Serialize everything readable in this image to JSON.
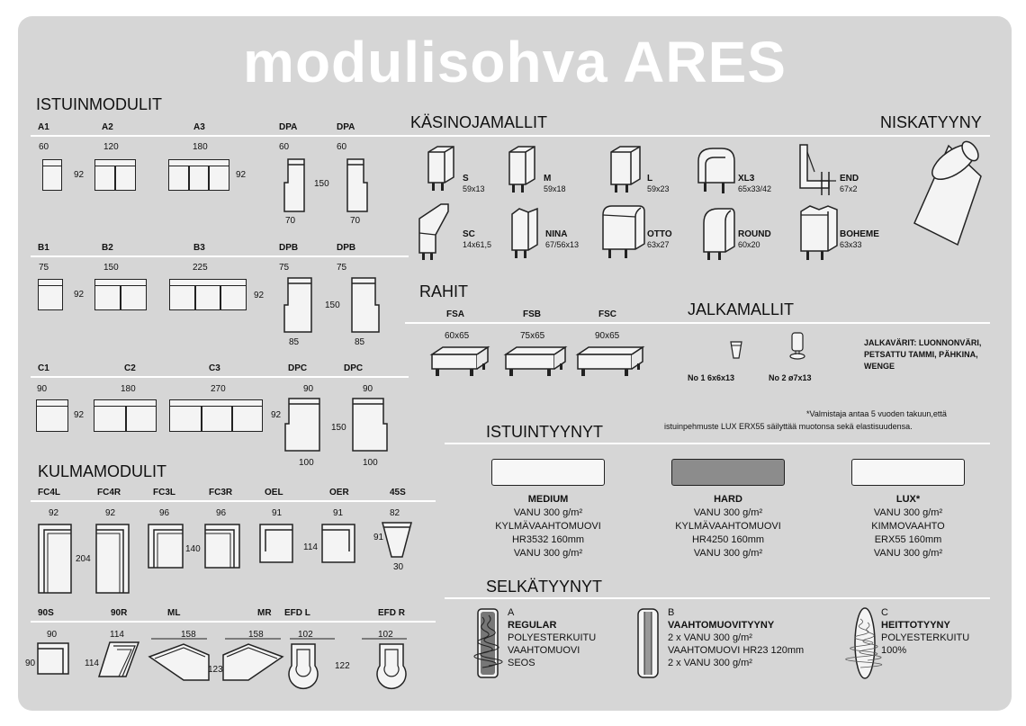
{
  "title": "modulisohva ARES",
  "istuin": {
    "heading": "ISTUINMODULIT",
    "rowA": {
      "codes": [
        "A1",
        "A2",
        "A3",
        "DPA",
        "DPA"
      ],
      "widths": [
        "60",
        "120",
        "180",
        "60",
        "60"
      ],
      "depth": "92",
      "dp_depth": "150",
      "dp_bottom": [
        "70",
        "70"
      ]
    },
    "rowB": {
      "codes": [
        "B1",
        "B2",
        "B3",
        "DPB",
        "DPB"
      ],
      "widths": [
        "75",
        "150",
        "225",
        "75",
        "75"
      ],
      "depth": "92",
      "dp_depth": "150",
      "dp_bottom": [
        "85",
        "85"
      ]
    },
    "rowC": {
      "codes": [
        "C1",
        "C2",
        "C3",
        "DPC",
        "DPC"
      ],
      "widths": [
        "90",
        "180",
        "270",
        "90",
        "90"
      ],
      "depth": "92",
      "dp_depth": "150",
      "dp_bottom": [
        "100",
        "100"
      ]
    }
  },
  "kulma": {
    "heading": "KULMAMODULIT",
    "row1": {
      "codes": [
        "FC4L",
        "FC4R",
        "FC3L",
        "FC3R",
        "OEL",
        "OER",
        "45S"
      ],
      "widths": [
        "92",
        "92",
        "96",
        "96",
        "91",
        "91",
        "82"
      ],
      "d1": "204",
      "d2": "140",
      "d3": "114",
      "d4": "91",
      "d5": "30"
    },
    "row2": {
      "codes": [
        "90S",
        "90R",
        "ML",
        "MR",
        "EFD L",
        "EFD R"
      ],
      "widths": [
        "90",
        "114",
        "158",
        "158",
        "102",
        "102"
      ],
      "d1": "90",
      "d2": "114",
      "d3": "123",
      "d4": "122"
    }
  },
  "kasinoja": {
    "heading": "KÄSINOJAMALLIT",
    "items": [
      {
        "name": "S",
        "size": "59x13"
      },
      {
        "name": "M",
        "size": "59x18"
      },
      {
        "name": "L",
        "size": "59x23"
      },
      {
        "name": "XL3",
        "size": "65x33/42"
      },
      {
        "name": "END",
        "size": "67x2"
      },
      {
        "name": "SC",
        "size": "14x61,5"
      },
      {
        "name": "NINA",
        "size": "67/56x13"
      },
      {
        "name": "OTTO",
        "size": "63x27"
      },
      {
        "name": "ROUND",
        "size": "60x20"
      },
      {
        "name": "BOHEME",
        "size": "63x33"
      }
    ]
  },
  "niska": {
    "heading": "NISKATYYNY"
  },
  "rahit": {
    "heading": "RAHIT",
    "items": [
      {
        "code": "FSA",
        "size": "60x65"
      },
      {
        "code": "FSB",
        "size": "75x65"
      },
      {
        "code": "FSC",
        "size": "90x65"
      }
    ]
  },
  "jalka": {
    "heading": "JALKAMALLIT",
    "no1": "No 1 6x6x13",
    "no2": "No 2 ø7x13",
    "colors": [
      "JALKAVÄRIT: LUONNONVÄRI,",
      "PETSATTU TAMMI, PÄHKINA,",
      "WENGE"
    ]
  },
  "istuintyynyt": {
    "heading": "ISTUINTYYNYT",
    "note1": "*Valmistaja antaa 5 vuoden takuun,että",
    "note2": "istuinpehmuste LUX ERX55 säilyttää muotonsa sekä elastisuudensa.",
    "items": [
      {
        "name": "MEDIUM",
        "lines": [
          "VANU 300 g/m²",
          "KYLMÄVAAHTOMUOVI",
          "HR3532 160mm",
          "VANU 300 g/m²"
        ]
      },
      {
        "name": "HARD",
        "lines": [
          "VANU 300 g/m²",
          "KYLMÄVAAHTOMUOVI",
          "HR4250 160mm",
          "VANU 300 g/m²"
        ]
      },
      {
        "name": "LUX*",
        "lines": [
          "VANU 300 g/m²",
          "KIMMOVAAHTO",
          "ERX55 160mm",
          "VANU 300 g/m²"
        ]
      }
    ],
    "colors": {
      "medium": "#f7f7f7",
      "hard": "#8c8c8c",
      "lux": "#f7f7f7"
    }
  },
  "selkatyynyt": {
    "heading": "SELKÄTYYNYT",
    "items": [
      {
        "letter": "A",
        "name": "REGULAR",
        "lines": [
          "POLYESTERKUITU",
          "VAAHTOMUOVI",
          "SEOS"
        ]
      },
      {
        "letter": "B",
        "name": "VAAHTOMUOVITYYNY",
        "lines": [
          "2 x VANU 300 g/m²",
          "VAAHTOMUOVI HR23  120mm",
          "2 x VANU 300 g/m²"
        ]
      },
      {
        "letter": "C",
        "name": "HEITTOTYYNY",
        "lines": [
          "POLYESTERKUITU",
          "100%"
        ]
      }
    ]
  }
}
